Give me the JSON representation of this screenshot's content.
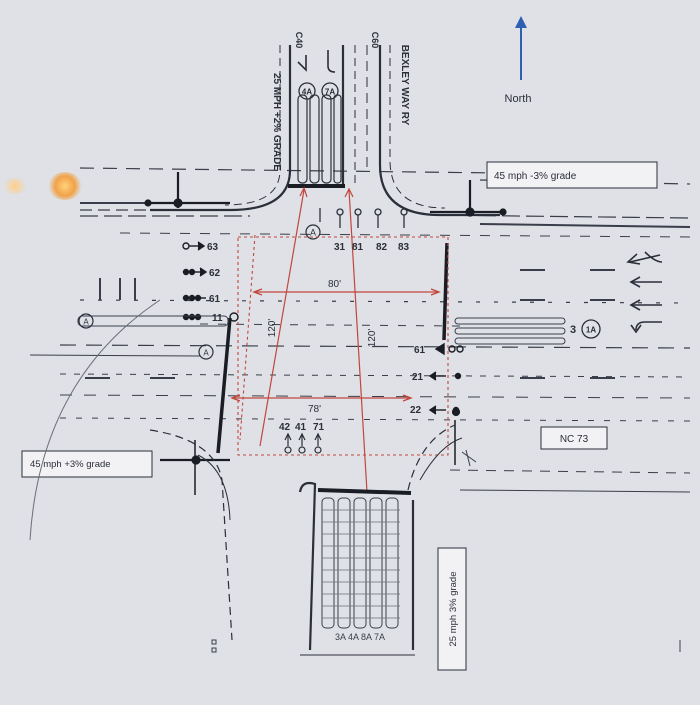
{
  "north_label": "North",
  "labels": {
    "east_speed": "45 mph -3% grade",
    "west_speed": "45 mph +3% grade",
    "south_speed": "25 mph 3% grade",
    "road_name": "NC 73",
    "north_left_road": "25 MPH +2% GRADE",
    "north_right_road": "BEXLEY WAY RY",
    "c40": "C40",
    "c60": "C60"
  },
  "dimensions": {
    "width_top": "80'",
    "width_bottom": "78'",
    "length_left": "120'",
    "length_right": "120'"
  },
  "signals": {
    "north_heads": [
      "31",
      "81",
      "82",
      "83"
    ],
    "south_heads": [
      "42",
      "41",
      "71"
    ],
    "west_heads": [
      "63",
      "62",
      "61",
      "11"
    ],
    "east_heads": [
      "61",
      "21",
      "22"
    ]
  },
  "lane_tags": {
    "north_a": "4A",
    "north_b": "7A",
    "north_c": "A",
    "east_tag": "1A",
    "east_num": "3",
    "west_a": "A",
    "west_b": "A",
    "south_codes": "3A 4A 8A 7A"
  },
  "colors": {
    "paper": "#dfe1e6",
    "ink": "#2b2f3a",
    "dim": "#c2463c"
  }
}
